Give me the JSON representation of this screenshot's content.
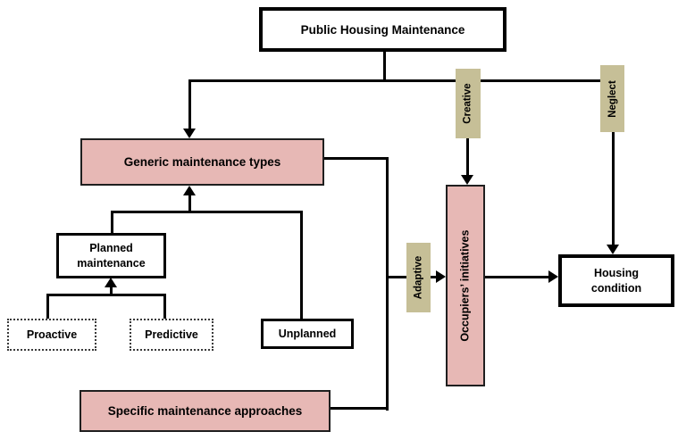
{
  "diagram": {
    "title": "Public Housing Maintenance flow diagram",
    "nodes": {
      "public_housing": "Public Housing Maintenance",
      "generic": "Generic maintenance types",
      "planned": "Planned maintenance",
      "proactive": "Proactive",
      "predictive": "Predictive",
      "unplanned": "Unplanned",
      "specific": "Specific maintenance approaches",
      "occupiers": "Occupiers’ initiatives",
      "housing": "Housing condition"
    },
    "edge_labels": {
      "creative": "Creative",
      "neglect": "Neglect",
      "adaptive": "Adaptive"
    },
    "colors": {
      "node_fill_pink": "#e7b8b5",
      "edge_label_tan": "#c6bf97",
      "line": "#000000",
      "plain_node_fill": "#ffffff"
    }
  }
}
